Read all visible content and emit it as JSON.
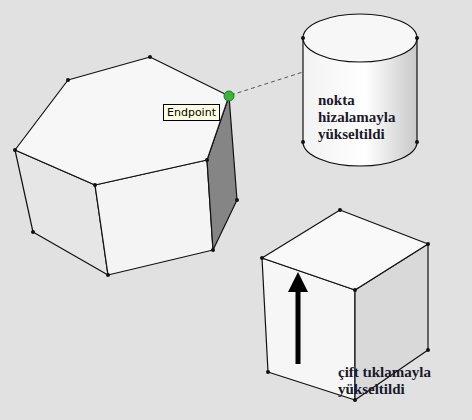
{
  "diagram": {
    "nodes": [
      {
        "text": [
          "nokta hizalamayla yükseltildi"
        ]
      },
      {
        "text": [
          "Endpoint"
        ]
      },
      {
        "text": [
          "çift tıklamayla yükseltildi"
        ]
      }
    ]
  }
}
